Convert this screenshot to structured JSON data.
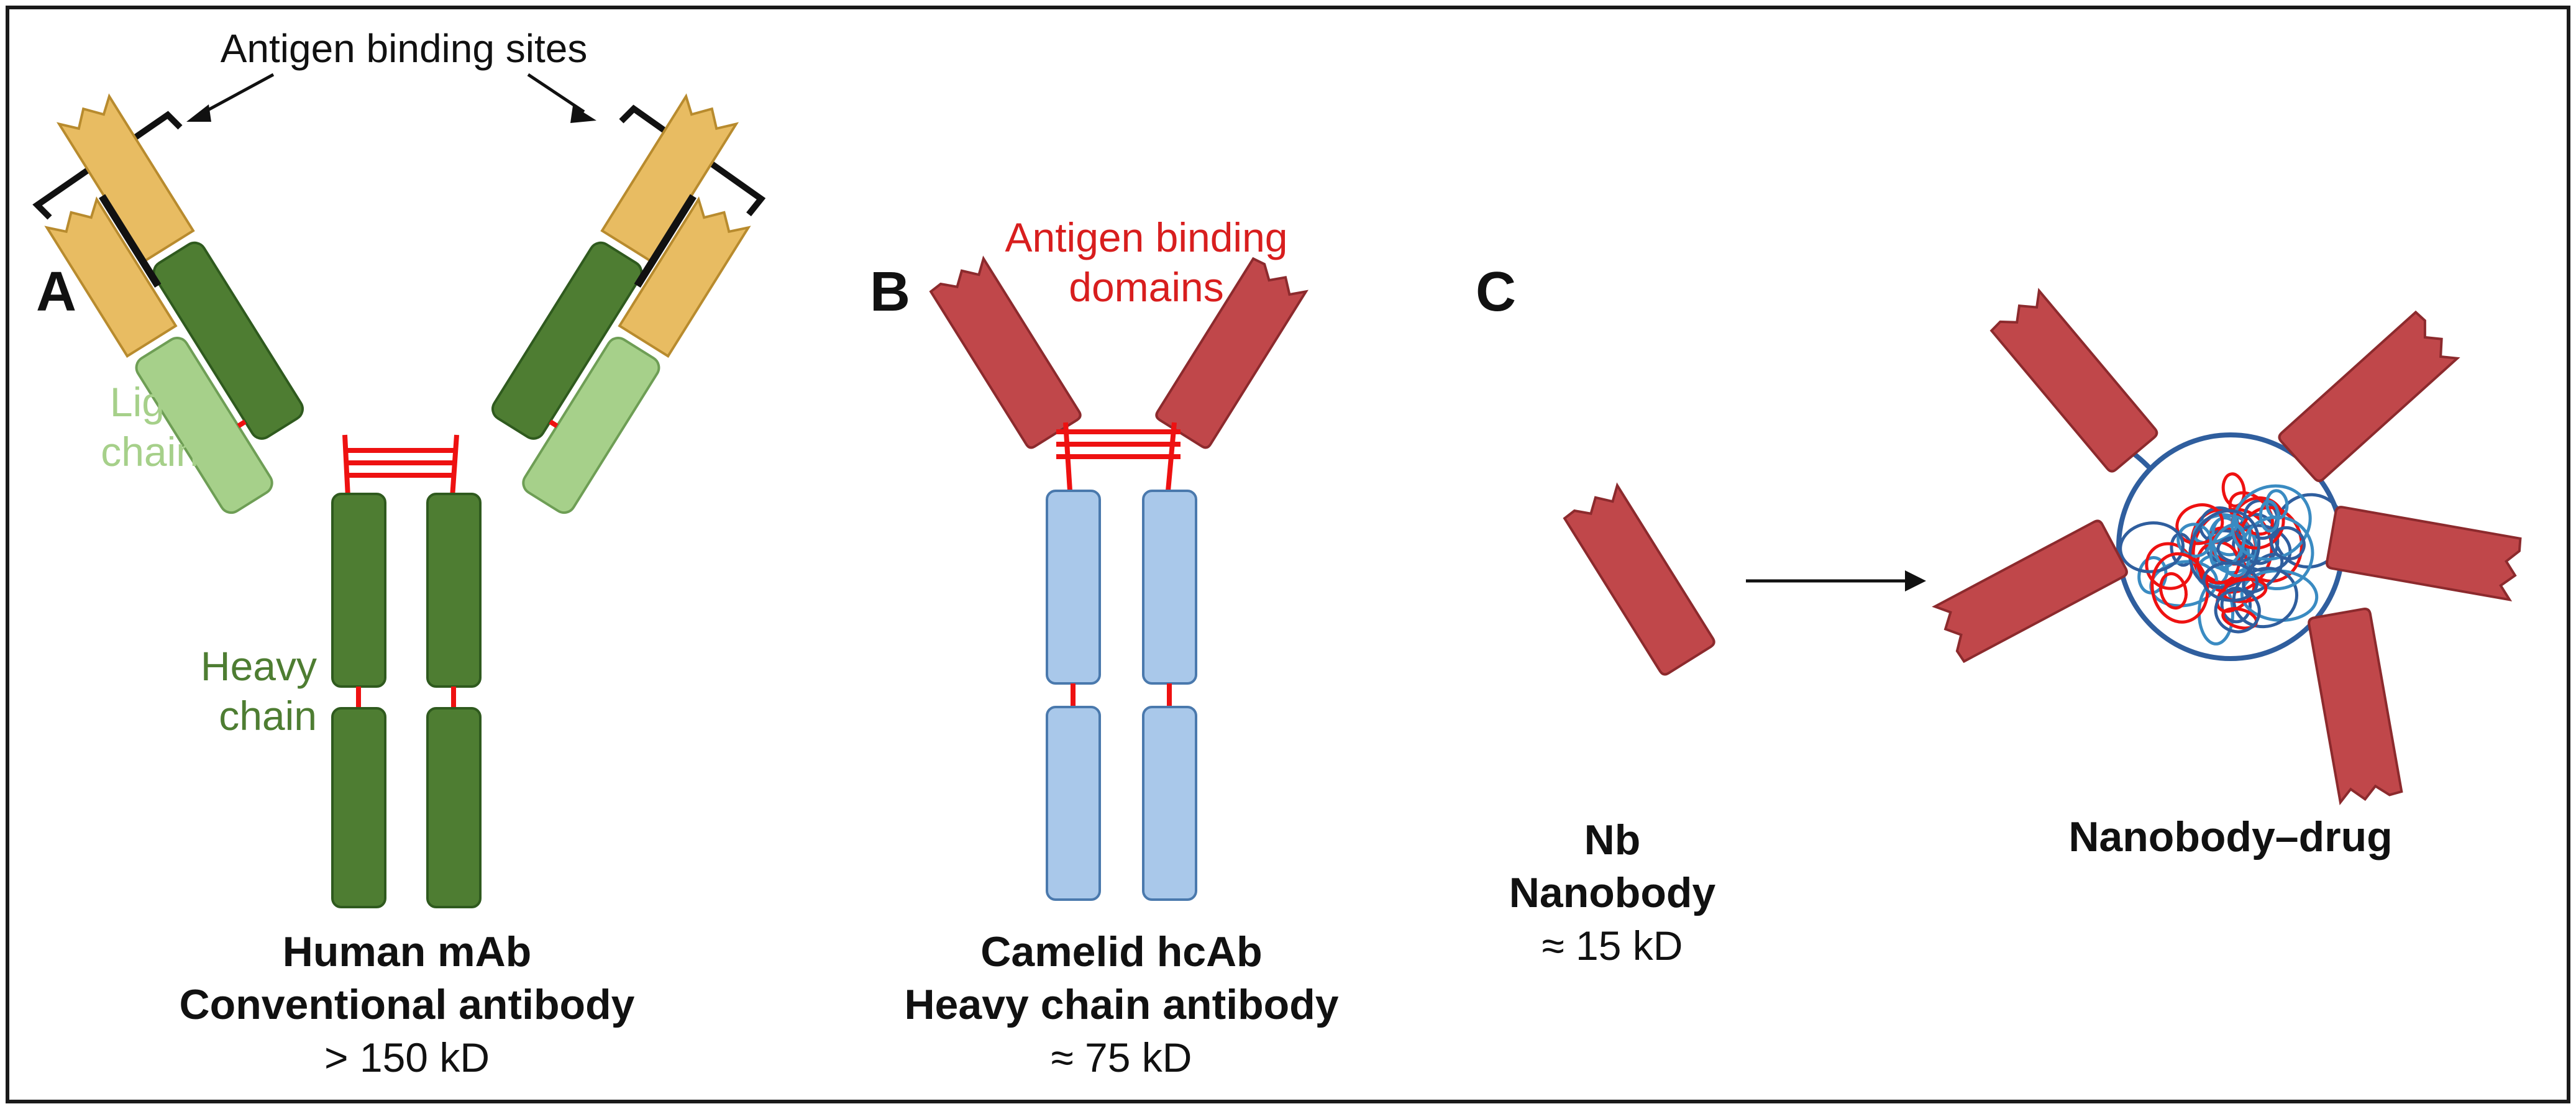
{
  "panelA": {
    "letter": "A",
    "binding_sites_label": "Antigen binding sites",
    "light_chain_line1": "Light",
    "light_chain_line2": "chain",
    "heavy_chain_line1": "Heavy",
    "heavy_chain_line2": "chain",
    "caption_line1": "Human mAb",
    "caption_line2": "Conventional antibody",
    "caption_line3": "> 150 kD"
  },
  "panelB": {
    "letter": "B",
    "domains_label_line1": "Antigen binding",
    "domains_label_line2": "domains",
    "caption_line1": "Camelid hcAb",
    "caption_line2": "Heavy chain antibody",
    "caption_line3": "≈ 75 kD"
  },
  "panelC": {
    "letter": "C",
    "nb_line1": "Nb",
    "nb_line2": "Nanobody",
    "nb_line3": "≈ 15 kD",
    "conjugate_label": "Nanobody–drug"
  },
  "colors": {
    "heavy_green": "#4E7D32",
    "light_green": "#A6D08A",
    "antigen_gold": "#E8BC62",
    "nanobody_red": "#C0474A",
    "camelid_blue": "#A9C8EA",
    "disulfide_red": "#EE1111",
    "red_text": "#D81E1E",
    "linker_blue": "#2F5E9E"
  }
}
